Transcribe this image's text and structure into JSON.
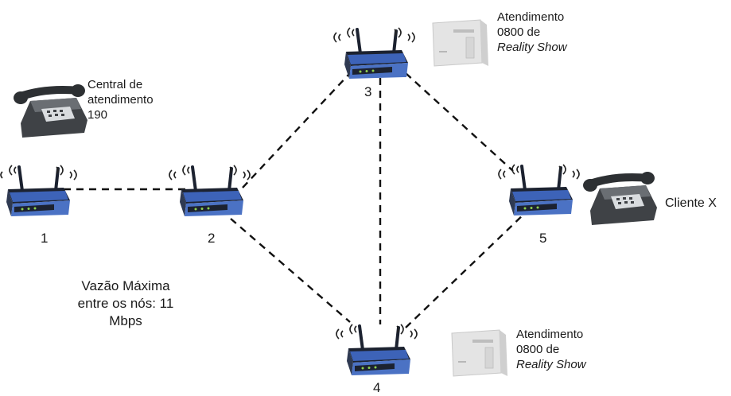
{
  "diagram": {
    "nodes": [
      {
        "id": 1,
        "label": "1"
      },
      {
        "id": 2,
        "label": "2"
      },
      {
        "id": 3,
        "label": "3"
      },
      {
        "id": 4,
        "label": "4"
      },
      {
        "id": 5,
        "label": "5"
      }
    ],
    "links": [
      [
        1,
        2
      ],
      [
        2,
        3
      ],
      [
        2,
        4
      ],
      [
        3,
        4
      ],
      [
        3,
        5
      ],
      [
        4,
        5
      ]
    ],
    "central": {
      "line1": "Central de",
      "line2": "atendimento",
      "line3": "190"
    },
    "attend_top": {
      "line1": "Atendimento",
      "line2": "0800 de",
      "line3": "Reality Show"
    },
    "attend_bottom": {
      "line1": "Atendimento",
      "line2": "0800 de",
      "line3": "Reality Show"
    },
    "client": {
      "label": "Cliente X"
    },
    "throughput": {
      "line1": "Vazão Máxima",
      "line2": "entre os nós: 11",
      "line3": "Mbps"
    },
    "colors": {
      "router_blue": "#3d63b8",
      "router_dark": "#1c2230",
      "phone": "#3f4246",
      "server": "#e4e4e4",
      "link": "#111111"
    }
  }
}
